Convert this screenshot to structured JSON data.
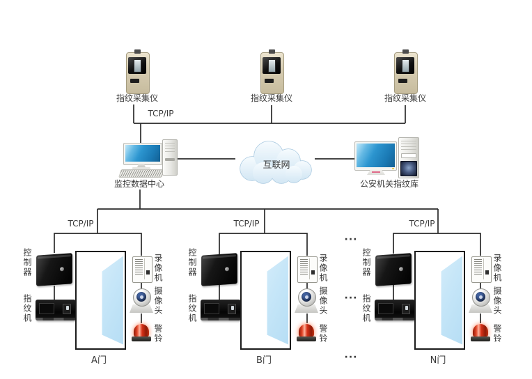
{
  "collectors": [
    {
      "label": "指纹采集仪"
    },
    {
      "label": "指纹采集仪"
    },
    {
      "label": "指纹采集仪"
    }
  ],
  "network": {
    "tcpip_top": "TCP/IP",
    "internet_label": "互联网"
  },
  "data_center": {
    "label": "监控数据中心"
  },
  "police_db": {
    "label": "公安机关指纹库"
  },
  "doors": [
    {
      "name": "A门",
      "tcpip": "TCP/IP",
      "controller": "控制器",
      "fingerprint_reader": "指纹机",
      "recorder": "录像机",
      "camera": "摄像头",
      "alarm": "警铃"
    },
    {
      "name": "B门",
      "tcpip": "TCP/IP",
      "controller": "控制器",
      "fingerprint_reader": "指纹机",
      "recorder": "录像机",
      "camera": "摄像头",
      "alarm": "警铃"
    },
    {
      "name": "N门",
      "tcpip": "TCP/IP",
      "controller": "控制器",
      "fingerprint_reader": "指纹机",
      "recorder": "录像机",
      "camera": "摄像头",
      "alarm": "警铃"
    }
  ],
  "ellipsis": "···",
  "colors": {
    "line": "#2b2b2b",
    "screen_blue": "#1a79b4",
    "door_blue": "#c6e6f8",
    "alarm_red": "#d63118",
    "cloud_fill_top": "#f6fbfe",
    "cloud_fill_bottom": "#d3e7f4",
    "cloud_stroke": "#a9c9e0",
    "collector_beige": "#d5cbb0"
  }
}
